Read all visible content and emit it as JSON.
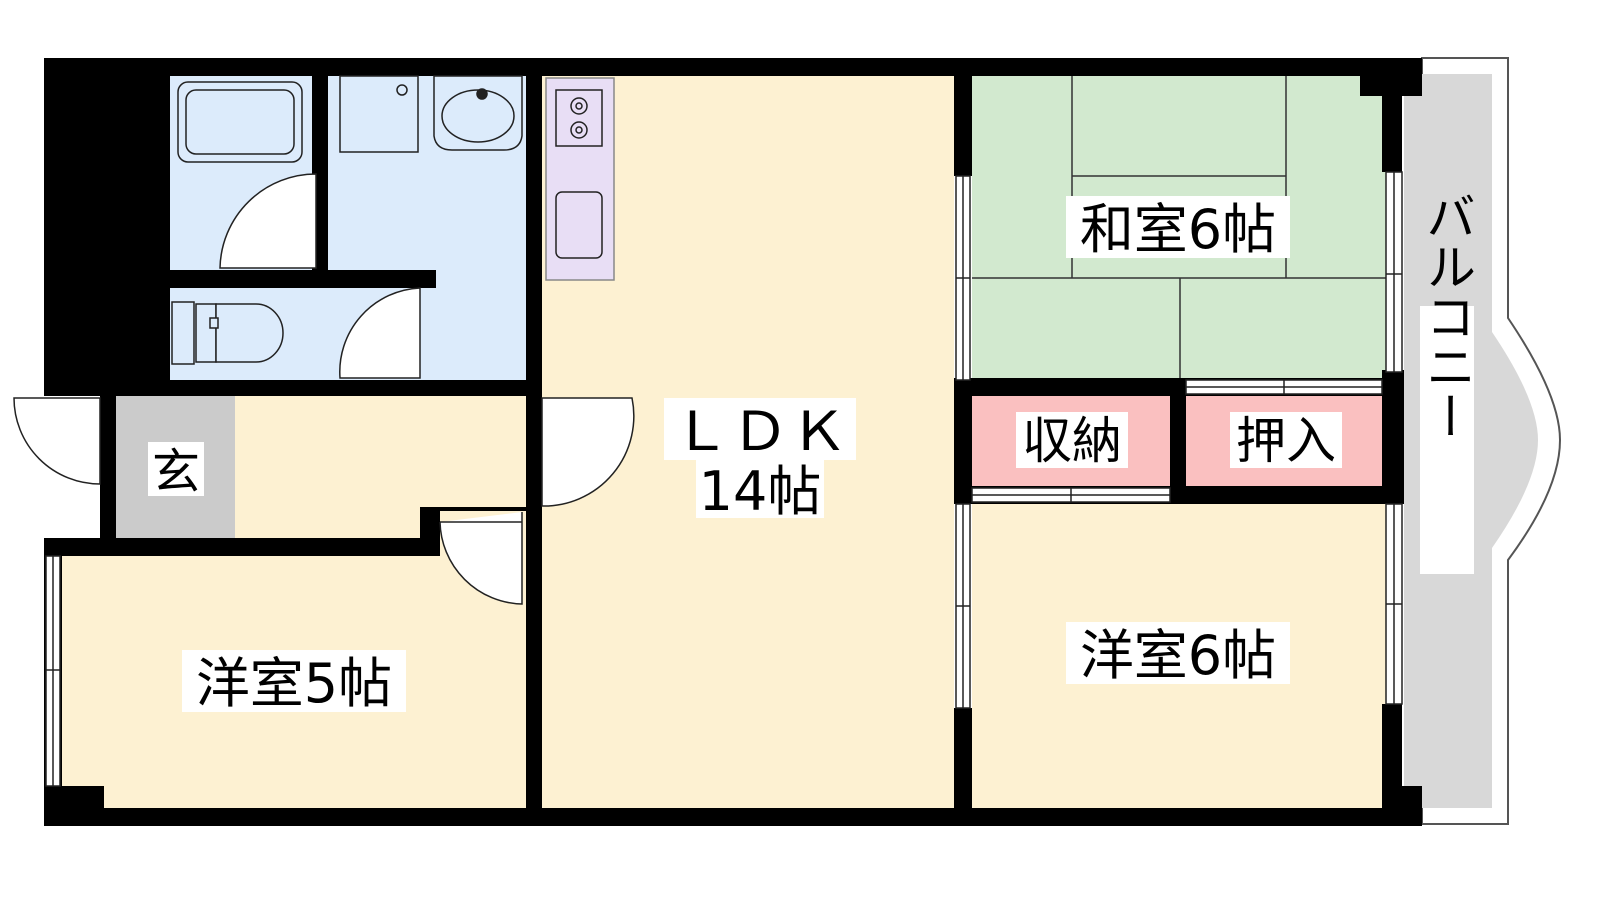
{
  "rooms": {
    "ldk_line1": "ＬＤＫ",
    "ldk_line2": "14帖",
    "washitsu": "和室6帖",
    "yoshitsu_east": "洋室6帖",
    "yoshitsu_west": "洋室5帖",
    "storage": "収納",
    "closet": "押入",
    "entrance": "玄",
    "balcony": "バルコニー"
  },
  "colors": {
    "living": "#fdf1d2",
    "tatami": "#d2e9cf",
    "water": "#dcebfb",
    "kitchen": "#e8def5",
    "storage": "#fac0c0",
    "entrance": "#cbcbcb",
    "balcony": "#d8d8d8",
    "wall": "#000000"
  }
}
